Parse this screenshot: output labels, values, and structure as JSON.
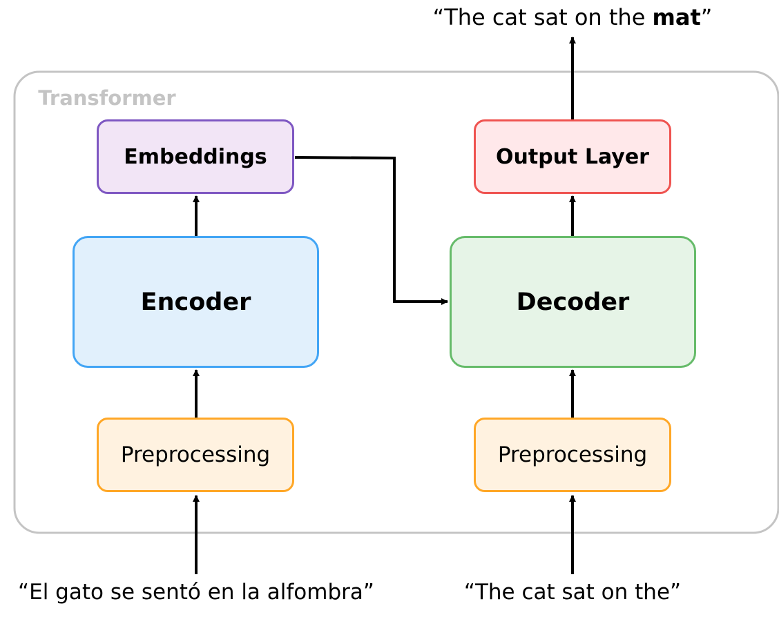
{
  "container": {
    "label": "Transformer",
    "border_color": "#c4c4c4"
  },
  "nodes": {
    "embeddings": {
      "label": "Embeddings",
      "border": "#7e57c2",
      "fill": "#f2e5f6"
    },
    "encoder": {
      "label": "Encoder",
      "border": "#42a5f5",
      "fill": "#e1f0fc"
    },
    "preprocess_l": {
      "label": "Preprocessing",
      "border": "#ffa726",
      "fill": "#fff2e0"
    },
    "output_layer": {
      "label": "Output Layer",
      "border": "#ef5350",
      "fill": "#ffe8ea"
    },
    "decoder": {
      "label": "Decoder",
      "border": "#66bb6a",
      "fill": "#e6f4e7"
    },
    "preprocess_r": {
      "label": "Preprocessing",
      "border": "#ffa726",
      "fill": "#fff2e0"
    }
  },
  "io": {
    "output_prefix": "“The cat sat on the ",
    "output_bold": "mat",
    "output_suffix": "”",
    "input_source": "“El gato se sentó en la alfombra”",
    "input_target": "“The cat sat on the”"
  },
  "edges": [
    {
      "from": "input_source",
      "to": "preprocess_l"
    },
    {
      "from": "preprocess_l",
      "to": "encoder"
    },
    {
      "from": "encoder",
      "to": "embeddings"
    },
    {
      "from": "embeddings",
      "to": "decoder"
    },
    {
      "from": "input_target",
      "to": "preprocess_r"
    },
    {
      "from": "preprocess_r",
      "to": "decoder"
    },
    {
      "from": "decoder",
      "to": "output_layer"
    },
    {
      "from": "output_layer",
      "to": "output_text"
    }
  ]
}
